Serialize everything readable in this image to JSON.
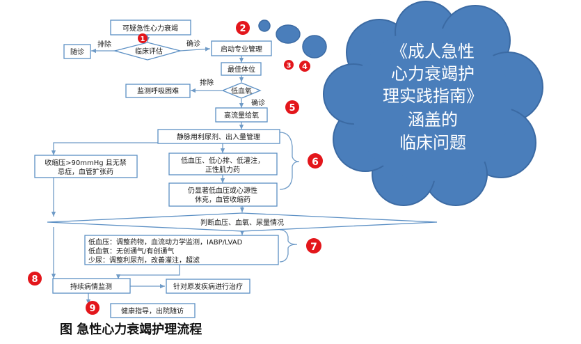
{
  "flow": {
    "start": "可疑急性心力衰竭",
    "assess": "临床评估",
    "exclude_label": "排除",
    "confirm_label": "确诊",
    "follow_up": "随诊",
    "start_specialist": "启动专业管理",
    "best_position": "最佳体位",
    "hypoxia": "低血氧",
    "exclude_label_2": "排除",
    "monitor_breath": "监测呼吸困难",
    "confirm_label_2": "确诊",
    "high_flow_o2": "高流量给氧",
    "diuretic": "静脉用利尿剂、出入量管理",
    "vasodilator_line1": "收缩压>90mmHg 且无禁",
    "vasodilator_line2": "忌症，血管扩张药",
    "low_bp_line1": "低血压、低心排、低灌注，",
    "low_bp_line2": "正性肌力药",
    "shock_line1": "仍显著低血压或心源性",
    "shock_line2": "休克，血管收缩药",
    "judge": "判断血压、血氧、尿量情况",
    "adjust_line1": "低血压：调整药物，血流动力学监测，IABP/LVAD",
    "adjust_line2": "低血氧：无创通气/有创通气",
    "adjust_line3": "少尿：调整利尿剂，改善灌注，超滤",
    "monitor": "持续病情监测",
    "treat_cause": "针对原发疾病进行治疗",
    "discharge": "健康指导，出院随访"
  },
  "markers": [
    "1",
    "2",
    "3",
    "4",
    "5",
    "6",
    "7",
    "8",
    "9"
  ],
  "cloud": {
    "line1": "《成人急性",
    "line2": "心力衰竭护",
    "line3": "理实践指南》",
    "line4": "涵盖的",
    "line5": "临床问题"
  },
  "caption": "图 急性心力衰竭护理流程",
  "colors": {
    "line": "#6f9bc7",
    "box_border": "#5b8fc4",
    "box_text": "#1a1a1a",
    "marker": "#e3161b",
    "cloud_fill": "#4a7ebb",
    "cloud_stroke": "#3b6aa3",
    "cloud_text": "#ffffff"
  }
}
